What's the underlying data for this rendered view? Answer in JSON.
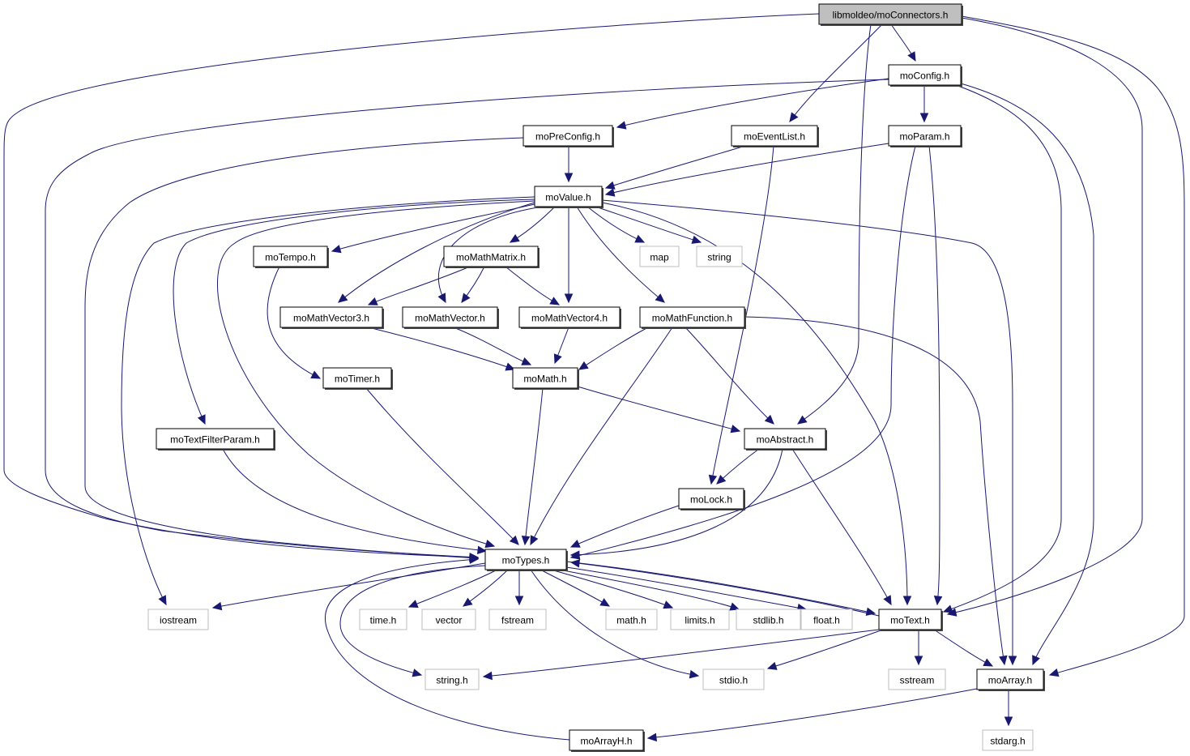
{
  "graph": {
    "title": "libmoldeo/moConnectors.h",
    "colors": {
      "edge": "#191970",
      "root_fill": "#bfbfbf",
      "local_border": "#000000",
      "system_border": "#bfbfbf",
      "background": "#ffffff"
    },
    "nodes": [
      {
        "id": "moConnectors",
        "label": "libmoldeo/moConnectors.h",
        "kind": "root"
      },
      {
        "id": "moConfig",
        "label": "moConfig.h",
        "kind": "local"
      },
      {
        "id": "moPreConfig",
        "label": "moPreConfig.h",
        "kind": "local"
      },
      {
        "id": "moEventList",
        "label": "moEventList.h",
        "kind": "local"
      },
      {
        "id": "moParam",
        "label": "moParam.h",
        "kind": "local"
      },
      {
        "id": "moValue",
        "label": "moValue.h",
        "kind": "local"
      },
      {
        "id": "moTempo",
        "label": "moTempo.h",
        "kind": "local"
      },
      {
        "id": "moMathMatrix",
        "label": "moMathMatrix.h",
        "kind": "local"
      },
      {
        "id": "map",
        "label": "map",
        "kind": "system"
      },
      {
        "id": "string",
        "label": "string",
        "kind": "system"
      },
      {
        "id": "moMathVector3",
        "label": "moMathVector3.h",
        "kind": "local"
      },
      {
        "id": "moMathVector",
        "label": "moMathVector.h",
        "kind": "local"
      },
      {
        "id": "moMathVector4",
        "label": "moMathVector4.h",
        "kind": "local"
      },
      {
        "id": "moMathFunction",
        "label": "moMathFunction.h",
        "kind": "local"
      },
      {
        "id": "moTimer",
        "label": "moTimer.h",
        "kind": "local"
      },
      {
        "id": "moMath",
        "label": "moMath.h",
        "kind": "local"
      },
      {
        "id": "moTextFilterParam",
        "label": "moTextFilterParam.h",
        "kind": "local"
      },
      {
        "id": "moAbstract",
        "label": "moAbstract.h",
        "kind": "local"
      },
      {
        "id": "moLock",
        "label": "moLock.h",
        "kind": "local"
      },
      {
        "id": "moTypes",
        "label": "moTypes.h",
        "kind": "local"
      },
      {
        "id": "iostream",
        "label": "iostream",
        "kind": "system"
      },
      {
        "id": "time_h",
        "label": "time.h",
        "kind": "system"
      },
      {
        "id": "vector",
        "label": "vector",
        "kind": "system"
      },
      {
        "id": "fstream",
        "label": "fstream",
        "kind": "system"
      },
      {
        "id": "math_h",
        "label": "math.h",
        "kind": "system"
      },
      {
        "id": "limits_h",
        "label": "limits.h",
        "kind": "system"
      },
      {
        "id": "stdlib_h",
        "label": "stdlib.h",
        "kind": "system"
      },
      {
        "id": "float_h",
        "label": "float.h",
        "kind": "system"
      },
      {
        "id": "moText",
        "label": "moText.h",
        "kind": "local"
      },
      {
        "id": "string_h",
        "label": "string.h",
        "kind": "system"
      },
      {
        "id": "stdio_h",
        "label": "stdio.h",
        "kind": "system"
      },
      {
        "id": "sstream",
        "label": "sstream",
        "kind": "system"
      },
      {
        "id": "moArray",
        "label": "moArray.h",
        "kind": "local"
      },
      {
        "id": "moArrayH",
        "label": "moArrayH.h",
        "kind": "local"
      },
      {
        "id": "stdarg_h",
        "label": "stdarg.h",
        "kind": "system"
      }
    ],
    "edges": [
      {
        "from": "moConnectors",
        "to": "moConfig"
      },
      {
        "from": "moConnectors",
        "to": "moEventList"
      },
      {
        "from": "moConnectors",
        "to": "moAbstract"
      },
      {
        "from": "moConnectors",
        "to": "moTypes"
      },
      {
        "from": "moConnectors",
        "to": "moText"
      },
      {
        "from": "moConnectors",
        "to": "moArray"
      },
      {
        "from": "moConfig",
        "to": "moPreConfig"
      },
      {
        "from": "moConfig",
        "to": "moParam"
      },
      {
        "from": "moConfig",
        "to": "moTypes"
      },
      {
        "from": "moConfig",
        "to": "moText"
      },
      {
        "from": "moConfig",
        "to": "moArray"
      },
      {
        "from": "moPreConfig",
        "to": "moValue"
      },
      {
        "from": "moPreConfig",
        "to": "moTypes"
      },
      {
        "from": "moEventList",
        "to": "moValue"
      },
      {
        "from": "moEventList",
        "to": "moLock"
      },
      {
        "from": "moParam",
        "to": "moValue"
      },
      {
        "from": "moParam",
        "to": "moTypes"
      },
      {
        "from": "moParam",
        "to": "moText"
      },
      {
        "from": "moValue",
        "to": "moTempo"
      },
      {
        "from": "moValue",
        "to": "moMathMatrix"
      },
      {
        "from": "moValue",
        "to": "map"
      },
      {
        "from": "moValue",
        "to": "string"
      },
      {
        "from": "moValue",
        "to": "moMathVector3"
      },
      {
        "from": "moValue",
        "to": "moMathVector"
      },
      {
        "from": "moValue",
        "to": "moMathVector4"
      },
      {
        "from": "moValue",
        "to": "moMathFunction"
      },
      {
        "from": "moValue",
        "to": "moTextFilterParam"
      },
      {
        "from": "moValue",
        "to": "iostream"
      },
      {
        "from": "moValue",
        "to": "moTypes"
      },
      {
        "from": "moValue",
        "to": "moText"
      },
      {
        "from": "moValue",
        "to": "moArray"
      },
      {
        "from": "moTempo",
        "to": "moTimer"
      },
      {
        "from": "moMathMatrix",
        "to": "moMathVector3"
      },
      {
        "from": "moMathMatrix",
        "to": "moMathVector"
      },
      {
        "from": "moMathMatrix",
        "to": "moMathVector4"
      },
      {
        "from": "moMathVector3",
        "to": "moMath"
      },
      {
        "from": "moMathVector",
        "to": "moMath"
      },
      {
        "from": "moMathVector4",
        "to": "moMath"
      },
      {
        "from": "moMathFunction",
        "to": "moMath"
      },
      {
        "from": "moMathFunction",
        "to": "moAbstract"
      },
      {
        "from": "moMathFunction",
        "to": "moTypes"
      },
      {
        "from": "moMathFunction",
        "to": "moArray"
      },
      {
        "from": "moTimer",
        "to": "moTypes"
      },
      {
        "from": "moMath",
        "to": "moAbstract"
      },
      {
        "from": "moMath",
        "to": "moTypes"
      },
      {
        "from": "moTextFilterParam",
        "to": "moTypes"
      },
      {
        "from": "moAbstract",
        "to": "moLock"
      },
      {
        "from": "moAbstract",
        "to": "moTypes"
      },
      {
        "from": "moAbstract",
        "to": "moText"
      },
      {
        "from": "moLock",
        "to": "moTypes"
      },
      {
        "from": "moTypes",
        "to": "iostream"
      },
      {
        "from": "moTypes",
        "to": "time_h"
      },
      {
        "from": "moTypes",
        "to": "vector"
      },
      {
        "from": "moTypes",
        "to": "fstream"
      },
      {
        "from": "moTypes",
        "to": "math_h"
      },
      {
        "from": "moTypes",
        "to": "limits_h"
      },
      {
        "from": "moTypes",
        "to": "stdlib_h"
      },
      {
        "from": "moTypes",
        "to": "float_h"
      },
      {
        "from": "moTypes",
        "to": "moText"
      },
      {
        "from": "moTypes",
        "to": "string_h"
      },
      {
        "from": "moTypes",
        "to": "stdio_h"
      },
      {
        "from": "moText",
        "to": "moTypes"
      },
      {
        "from": "moText",
        "to": "string_h"
      },
      {
        "from": "moText",
        "to": "stdio_h"
      },
      {
        "from": "moText",
        "to": "sstream"
      },
      {
        "from": "moText",
        "to": "moArray"
      },
      {
        "from": "moArray",
        "to": "moArrayH"
      },
      {
        "from": "moArray",
        "to": "stdarg_h"
      },
      {
        "from": "moArrayH",
        "to": "moTypes"
      }
    ]
  }
}
